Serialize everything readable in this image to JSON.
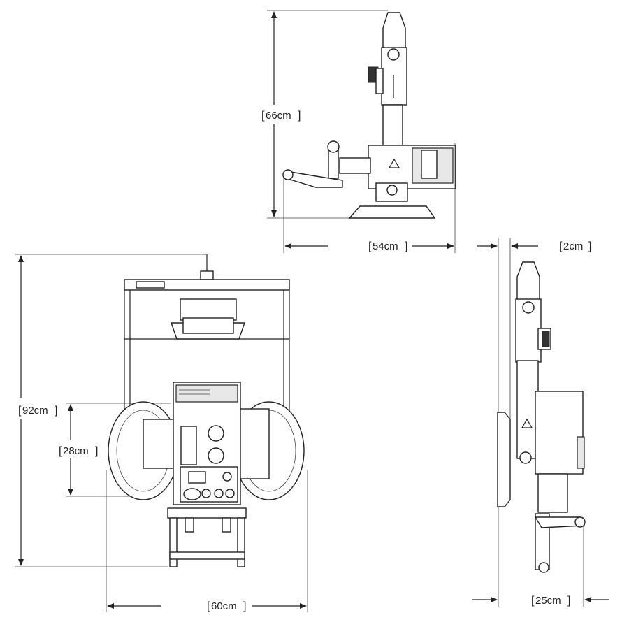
{
  "dimensions": {
    "top_height": "66cm",
    "top_width": "54cm",
    "front_height": "92cm",
    "front_pad": "28cm",
    "front_width": "60cm",
    "side_offset": "2cm",
    "side_depth": "25cm"
  },
  "colors": {
    "line": "#222222",
    "background": "#ffffff"
  }
}
